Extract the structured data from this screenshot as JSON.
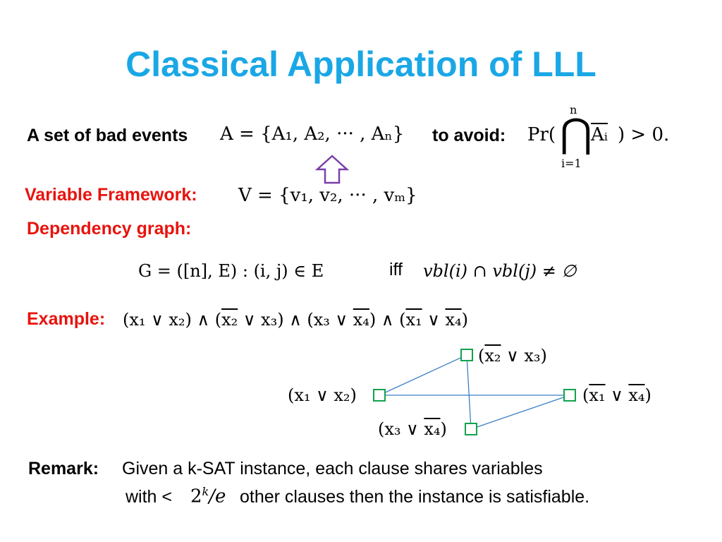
{
  "slide": {
    "title": "Classical Application of LLL",
    "bad_events": {
      "label": "A set of bad events",
      "formula": "A = {A₁, A₂, ··· , Aₙ}",
      "to_avoid": "to avoid:",
      "pr_prefix": "Pr(",
      "cap_symbol": "⋂",
      "cap_upper": "n",
      "cap_lower": "i=1",
      "pr_event": "Aᵢ",
      "pr_suffix": ") > 0."
    },
    "variable_framework": {
      "label": "Variable Framework:",
      "formula": "V = {v₁, v₂, ··· , vₘ}"
    },
    "dependency_graph": {
      "label": "Dependency graph:",
      "formula_left": "G = ([n], E) : (i, j) ∈ E",
      "iff": "iff",
      "formula_right": "vbl(i) ∩ vbl(j) ≠ ∅"
    },
    "example": {
      "label": "Example:",
      "formula_parts": [
        "(x₁ ∨ x₂) ∧ (",
        "x₂",
        " ∨ x₃) ∧ (x₃ ∨ ",
        "x₄",
        ") ∧ (",
        "x₁",
        " ∨ ",
        "x₄",
        ")"
      ]
    },
    "graph": {
      "edge_color": "#3a7fc4",
      "node_color": "#12a24e",
      "node_top_label": [
        "(",
        "x₂",
        " ∨ x₃)"
      ],
      "node_left_label": "(x₁ ∨ x₂)",
      "node_right_label": [
        "(",
        "x₁",
        " ∨ ",
        "x₄",
        ")"
      ],
      "node_bottom_label": [
        "(x₃ ∨ ",
        "x₄",
        ")"
      ]
    },
    "remark": {
      "label": "Remark:",
      "line1": "Given a k-SAT instance, each clause shares variables",
      "line2_prefix": "with <",
      "base": "2",
      "exponent": "k",
      "divisor": "/e",
      "line2_suffix": "other clauses then the instance is satisfiable."
    }
  }
}
